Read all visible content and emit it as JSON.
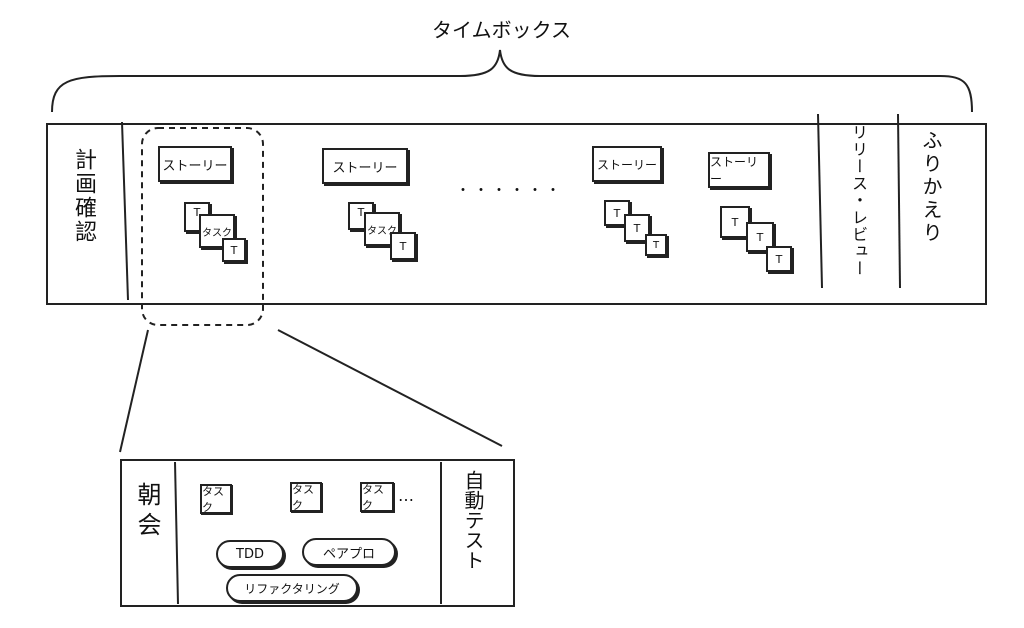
{
  "timebox": {
    "label": "タイムボックス"
  },
  "sprint": {
    "planning": "計画確認",
    "stories": [
      {
        "label": "ストーリー",
        "tasks": [
          "T",
          "タスク",
          "T"
        ]
      },
      {
        "label": "ストーリー",
        "tasks": [
          "T",
          "タスク",
          "T"
        ]
      },
      {
        "label": "ストーリー",
        "tasks": [
          "T",
          "T",
          "T"
        ]
      },
      {
        "label": "ストーリー",
        "tasks": [
          "T",
          "T",
          "T"
        ]
      }
    ],
    "ellipsis": "・・・・・・",
    "release_review": "リリース・レビュー",
    "retrospective": "ふりかえり"
  },
  "detail": {
    "morning": "朝会",
    "tasks": [
      "タスク",
      "タスク",
      "タスク"
    ],
    "tasks_more": "…",
    "practices": [
      "TDD",
      "ペアプロ",
      "リファクタリング"
    ],
    "autotest": "自動テスト"
  }
}
